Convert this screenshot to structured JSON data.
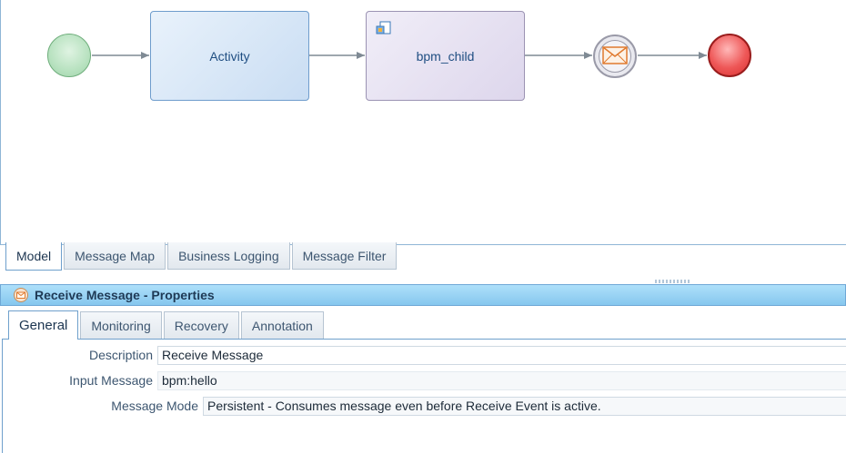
{
  "diagram": {
    "tasks": [
      {
        "label": "Activity"
      },
      {
        "label": "bpm_child"
      }
    ]
  },
  "editor_tabs": [
    "Model",
    "Message Map",
    "Business Logging",
    "Message Filter"
  ],
  "properties": {
    "title": "Receive Message - Properties",
    "tabs": [
      "General",
      "Monitoring",
      "Recovery",
      "Annotation"
    ],
    "fields": {
      "description": {
        "label": "Description",
        "value": "Receive Message"
      },
      "input_message": {
        "label": "Input Message",
        "value": "bpm:hello"
      },
      "message_mode": {
        "label": "Message Mode",
        "value": "Persistent - Consumes message even before Receive Event is active."
      }
    }
  },
  "colors": {
    "accent": "#86c7ee",
    "start_event": "#b8e2c0",
    "end_event": "#e04444",
    "activity_fill": "#c9ddf3",
    "subprocess_fill": "#ddd6ec",
    "message_icon": "#e07a2e"
  }
}
